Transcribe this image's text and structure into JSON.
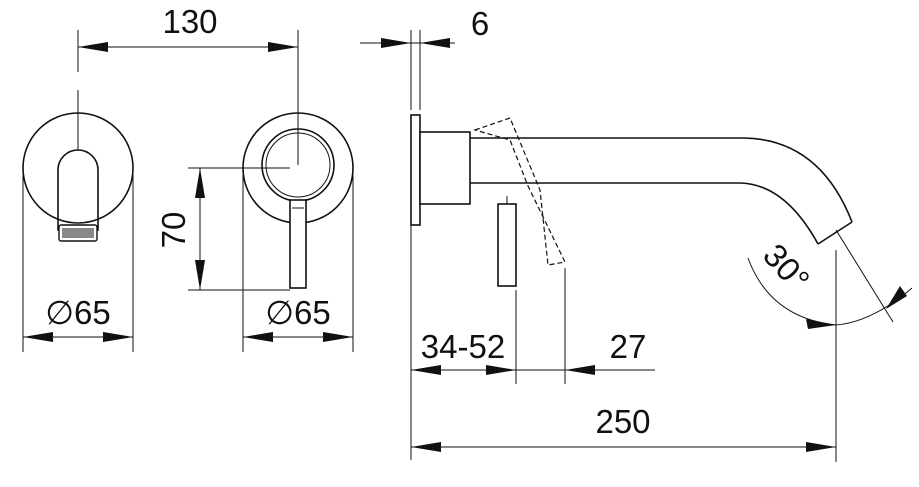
{
  "dimensions": {
    "top_width": "130",
    "plate_thickness": "6",
    "handle_height": "70",
    "left_diameter": "∅65",
    "right_diameter": "∅65",
    "wall_range": "34-52",
    "lever_offset": "27",
    "total_length": "250",
    "spout_angle": "30°"
  }
}
